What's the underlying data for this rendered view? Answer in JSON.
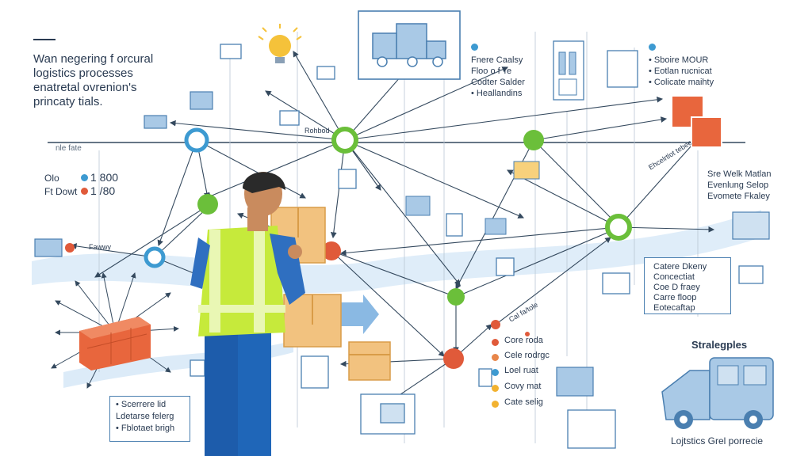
{
  "header": {
    "title": "Wan negering f orcural",
    "subtitle_lines": [
      "logistics processes",
      "enatretal ovrenion's",
      "princaty tials."
    ]
  },
  "scale": {
    "label": "nle fate"
  },
  "legend_left": [
    {
      "code": "Olo",
      "value": "1 800",
      "color": "#3d9ad1"
    },
    {
      "code": "Ft Dowt",
      "value": "1 /80",
      "color": "#e05a3a"
    }
  ],
  "top_note_center": {
    "lines": [
      "Fnere Caalsy",
      "Floo o f Te",
      "Codter Salder",
      "• Heallandins"
    ],
    "color": "#3d9ad1"
  },
  "top_note_right": {
    "lines": [
      "• Sboire MOUR",
      "• Eotlan rucnicat",
      "• Colicate maihty"
    ],
    "color": "#3d9ad1"
  },
  "labels": {
    "small_a": "Fawwy",
    "small_b": "Rohbod",
    "diagonal": "Ehcelrtlot tebee",
    "arrow_label": "Cal fa/tole"
  },
  "right_note": {
    "lines": [
      "Sre Welk Matlan",
      "Evenlung Selop",
      "Evomete Fkaley"
    ]
  },
  "center_box": {
    "lines": [
      "Catere Dkeny",
      "Concectiat",
      "Coe D fraey",
      "Carre floop",
      "Eotecaftap"
    ]
  },
  "status_legend": [
    {
      "label": "Core roda",
      "color": "#e05a3a"
    },
    {
      "label": "Cele rodrgc",
      "color": "#e8864a"
    },
    {
      "label": "Loel ruat",
      "color": "#3d9ad1"
    },
    {
      "label": "Covy mat",
      "color": "#f2b230"
    },
    {
      "label": "Cate selig",
      "color": "#f2b230"
    }
  ],
  "bottom_left_box": {
    "lines": [
      "• Scerrere lid",
      "Ldetarse felerg",
      "• Fblotaet brigh"
    ]
  },
  "strategies": {
    "title": "Stralegples",
    "caption": "Lojtstics Grel porrecie"
  },
  "colors": {
    "line": "#34495e",
    "accent_blue": "#3d9ad1",
    "node_green": "#6bbf3a",
    "node_red": "#e05a3a",
    "orange_block": "#e8663d",
    "box_tan": "#f2c27f",
    "vest": "#c6ea3b",
    "trousers": "#1d5cab"
  },
  "icons": [
    "lightbulb-icon",
    "truck-icon",
    "document-icon",
    "box-icon",
    "building-icon",
    "van-icon",
    "chart-icon"
  ]
}
